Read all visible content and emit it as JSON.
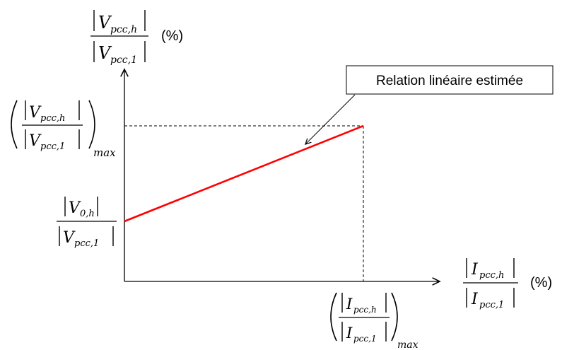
{
  "y_axis_label": {
    "num_main": "V",
    "num_sub": "pcc,h",
    "den_main": "V",
    "den_sub": "pcc,1",
    "unit": "(%)"
  },
  "x_axis_label": {
    "num_main": "I",
    "num_sub": "pcc,h",
    "den_main": "I",
    "den_sub": "pcc,1",
    "unit": "(%)"
  },
  "y_max_label": {
    "num_main": "V",
    "num_sub": "pcc,h",
    "den_main": "V",
    "den_sub": "pcc,1",
    "outer_sub": "max"
  },
  "x_max_label": {
    "num_main": "I",
    "num_sub": "pcc,h",
    "den_main": "I",
    "den_sub": "pcc,1",
    "outer_sub": "max"
  },
  "intercept_label": {
    "num_main": "V",
    "num_sub": "0,h",
    "den_main": "V",
    "den_sub": "pcc,1"
  },
  "callout": {
    "text": "Relation linéaire estimée"
  },
  "colors": {
    "line": "#ff0000",
    "axes": "#000000",
    "dashed": "#000000"
  }
}
